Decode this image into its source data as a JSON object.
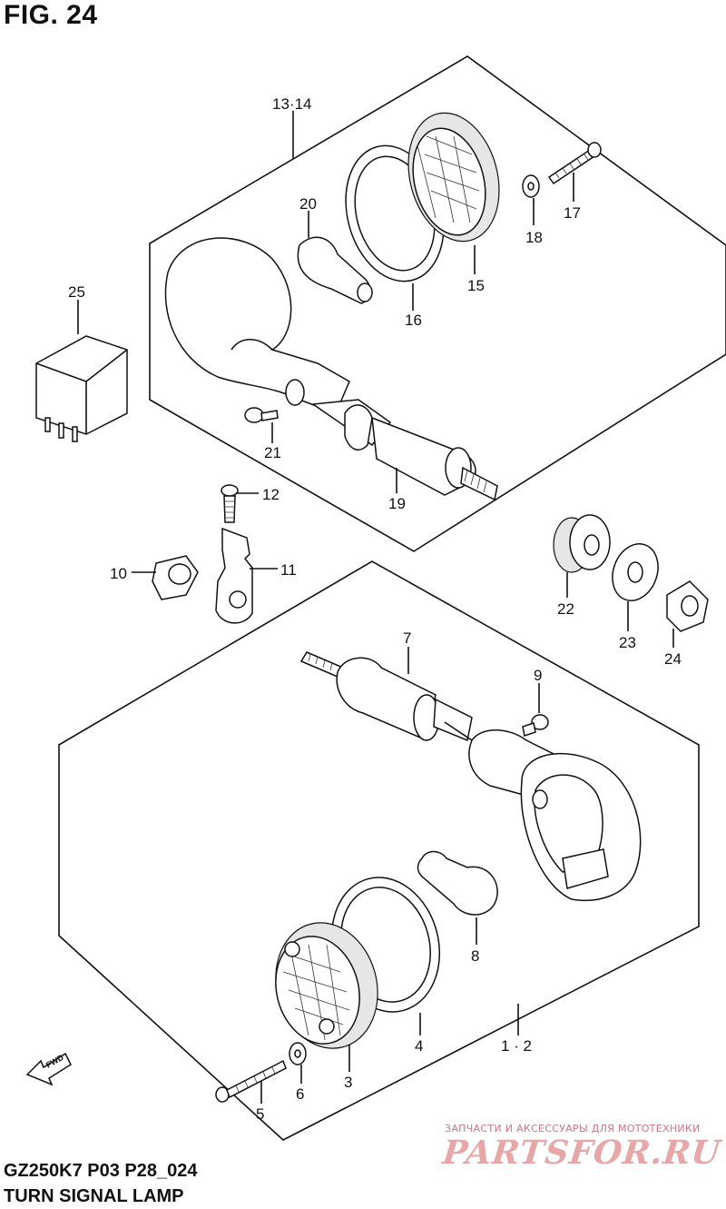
{
  "figure": {
    "title": "FIG. 24"
  },
  "footer": {
    "model_code": "GZ250K7 P03 P28_024",
    "part_title": "TURN SIGNAL LAMP"
  },
  "fwd_arrow_label": "FWD",
  "watermark": {
    "tagline": "ЗАПЧАСТИ И АКСЕССУАРЫ ДЛЯ МОТОТЕХНИКИ",
    "logo": "PARTSFOR.RU"
  },
  "callouts": [
    "13·14",
    "20",
    "18",
    "17",
    "15",
    "16",
    "25",
    "21",
    "19",
    "12",
    "10",
    "11",
    "22",
    "23",
    "24",
    "7",
    "9",
    "8",
    "4",
    "1 · 2",
    "3",
    "6",
    "5"
  ]
}
